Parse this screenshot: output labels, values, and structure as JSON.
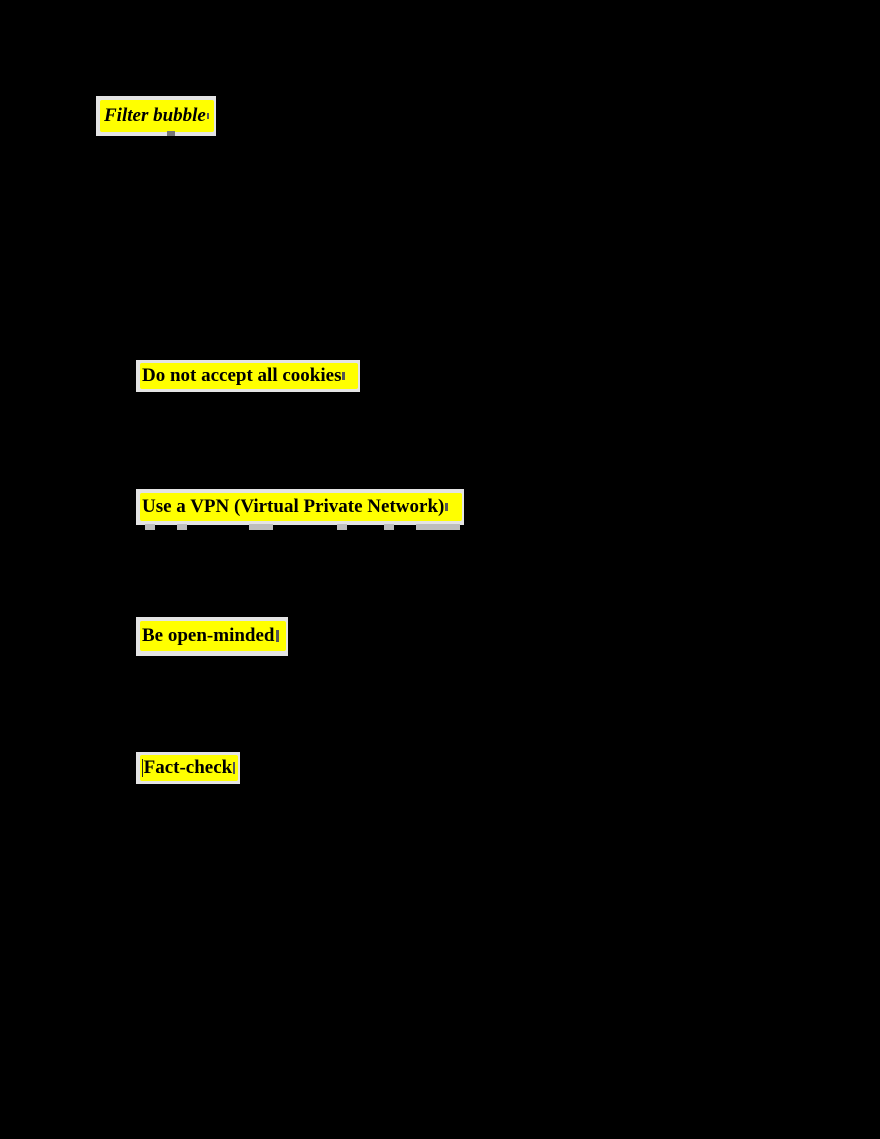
{
  "document": {
    "title": "Filter bubble",
    "sections": [
      {
        "heading": "Do not accept all cookies"
      },
      {
        "heading": "Use a VPN (Virtual Private Network)"
      },
      {
        "heading": "Be open-minded"
      },
      {
        "heading": "Fact-check"
      }
    ]
  },
  "colors": {
    "background": "#000000",
    "highlight": "#ffff00",
    "highlight_frame": "#e4e4e4",
    "text": "#000000"
  }
}
